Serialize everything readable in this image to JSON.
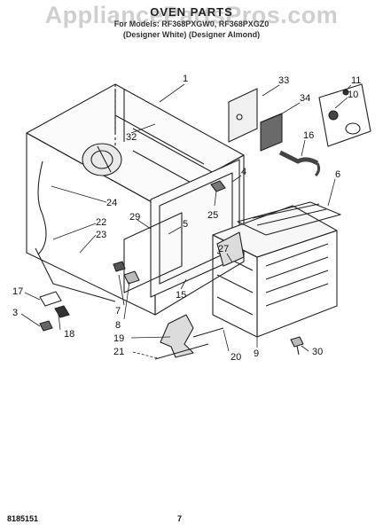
{
  "header": {
    "watermark": "AppliancePartsPros.com",
    "title": "OVEN PARTS",
    "subtitle_line1": "For Models: RF368PXGW0, RF368PXGZ0",
    "subtitle_line2": "(Designer White)   (Designer Almond)"
  },
  "callouts": [
    {
      "id": "c1",
      "text": "1"
    },
    {
      "id": "c2",
      "text": "32"
    },
    {
      "id": "c3",
      "text": "33"
    },
    {
      "id": "c4",
      "text": "34"
    },
    {
      "id": "c5",
      "text": "11"
    },
    {
      "id": "c6",
      "text": "10"
    },
    {
      "id": "c7",
      "text": "16"
    },
    {
      "id": "c8",
      "text": "4"
    },
    {
      "id": "c9",
      "text": "6"
    },
    {
      "id": "c10",
      "text": "24"
    },
    {
      "id": "c11",
      "text": "22"
    },
    {
      "id": "c12",
      "text": "23"
    },
    {
      "id": "c13",
      "text": "29"
    },
    {
      "id": "c14",
      "text": "5"
    },
    {
      "id": "c15",
      "text": "25"
    },
    {
      "id": "c16",
      "text": "27"
    },
    {
      "id": "c17",
      "text": "15"
    },
    {
      "id": "c18",
      "text": "17"
    },
    {
      "id": "c19",
      "text": "3"
    },
    {
      "id": "c20",
      "text": "18"
    },
    {
      "id": "c21",
      "text": "7"
    },
    {
      "id": "c22",
      "text": "8"
    },
    {
      "id": "c23",
      "text": "19"
    },
    {
      "id": "c24",
      "text": "21"
    },
    {
      "id": "c25",
      "text": "20"
    },
    {
      "id": "c26",
      "text": "9"
    },
    {
      "id": "c27",
      "text": "30"
    }
  ],
  "footer": {
    "doc_number": "8185151",
    "page_number": "7"
  }
}
